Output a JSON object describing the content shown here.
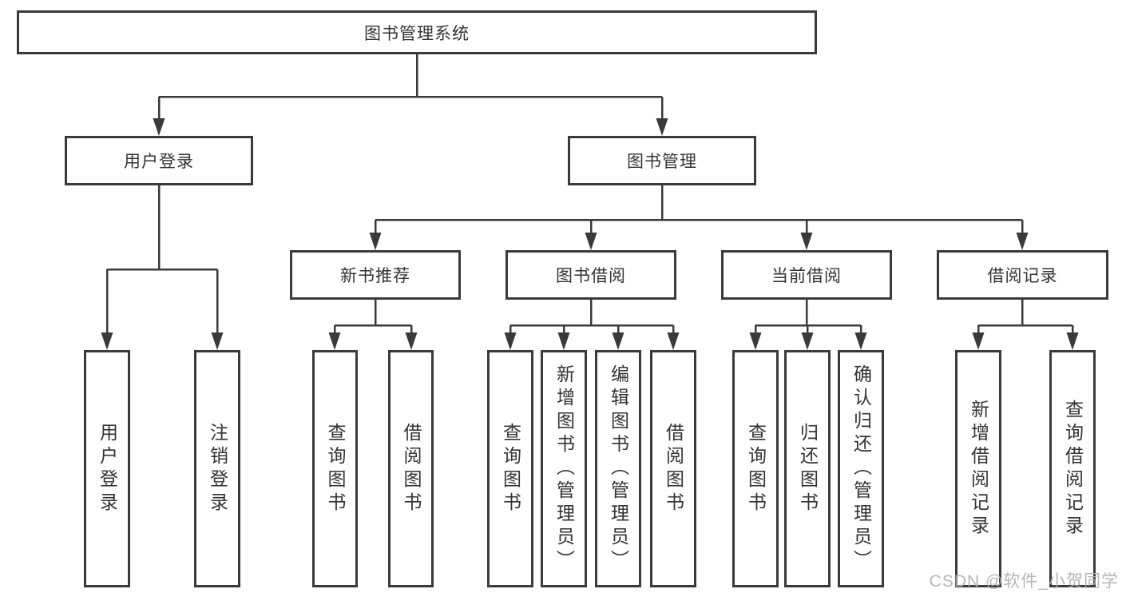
{
  "diagram_title": "图书管理系统",
  "tree": {
    "label": "图书管理系统",
    "children": [
      {
        "label": "用户登录",
        "children": [
          {
            "label": "用户登录"
          },
          {
            "label": "注销登录"
          }
        ]
      },
      {
        "label": "图书管理",
        "children": [
          {
            "label": "新书推荐",
            "children": [
              {
                "label": "查询图书"
              },
              {
                "label": "借阅图书"
              }
            ]
          },
          {
            "label": "图书借阅",
            "children": [
              {
                "label": "查询图书"
              },
              {
                "label": "新增图书（管理员）"
              },
              {
                "label": "编辑图书（管理员）"
              },
              {
                "label": "借阅图书"
              }
            ]
          },
          {
            "label": "当前借阅",
            "children": [
              {
                "label": "查询图书"
              },
              {
                "label": "归还图书"
              },
              {
                "label": "确认归还（管理员）"
              }
            ]
          },
          {
            "label": "借阅记录",
            "children": [
              {
                "label": "新增借阅记录"
              },
              {
                "label": "查询借阅记录"
              }
            ]
          }
        ]
      }
    ]
  },
  "watermark": "CSDN @软件_小贺同学",
  "colors": {
    "line": "#3a3a3a",
    "box_border": "#3a3a3a",
    "text": "#333333",
    "watermark": "#b0b0b0",
    "background": "#ffffff"
  }
}
